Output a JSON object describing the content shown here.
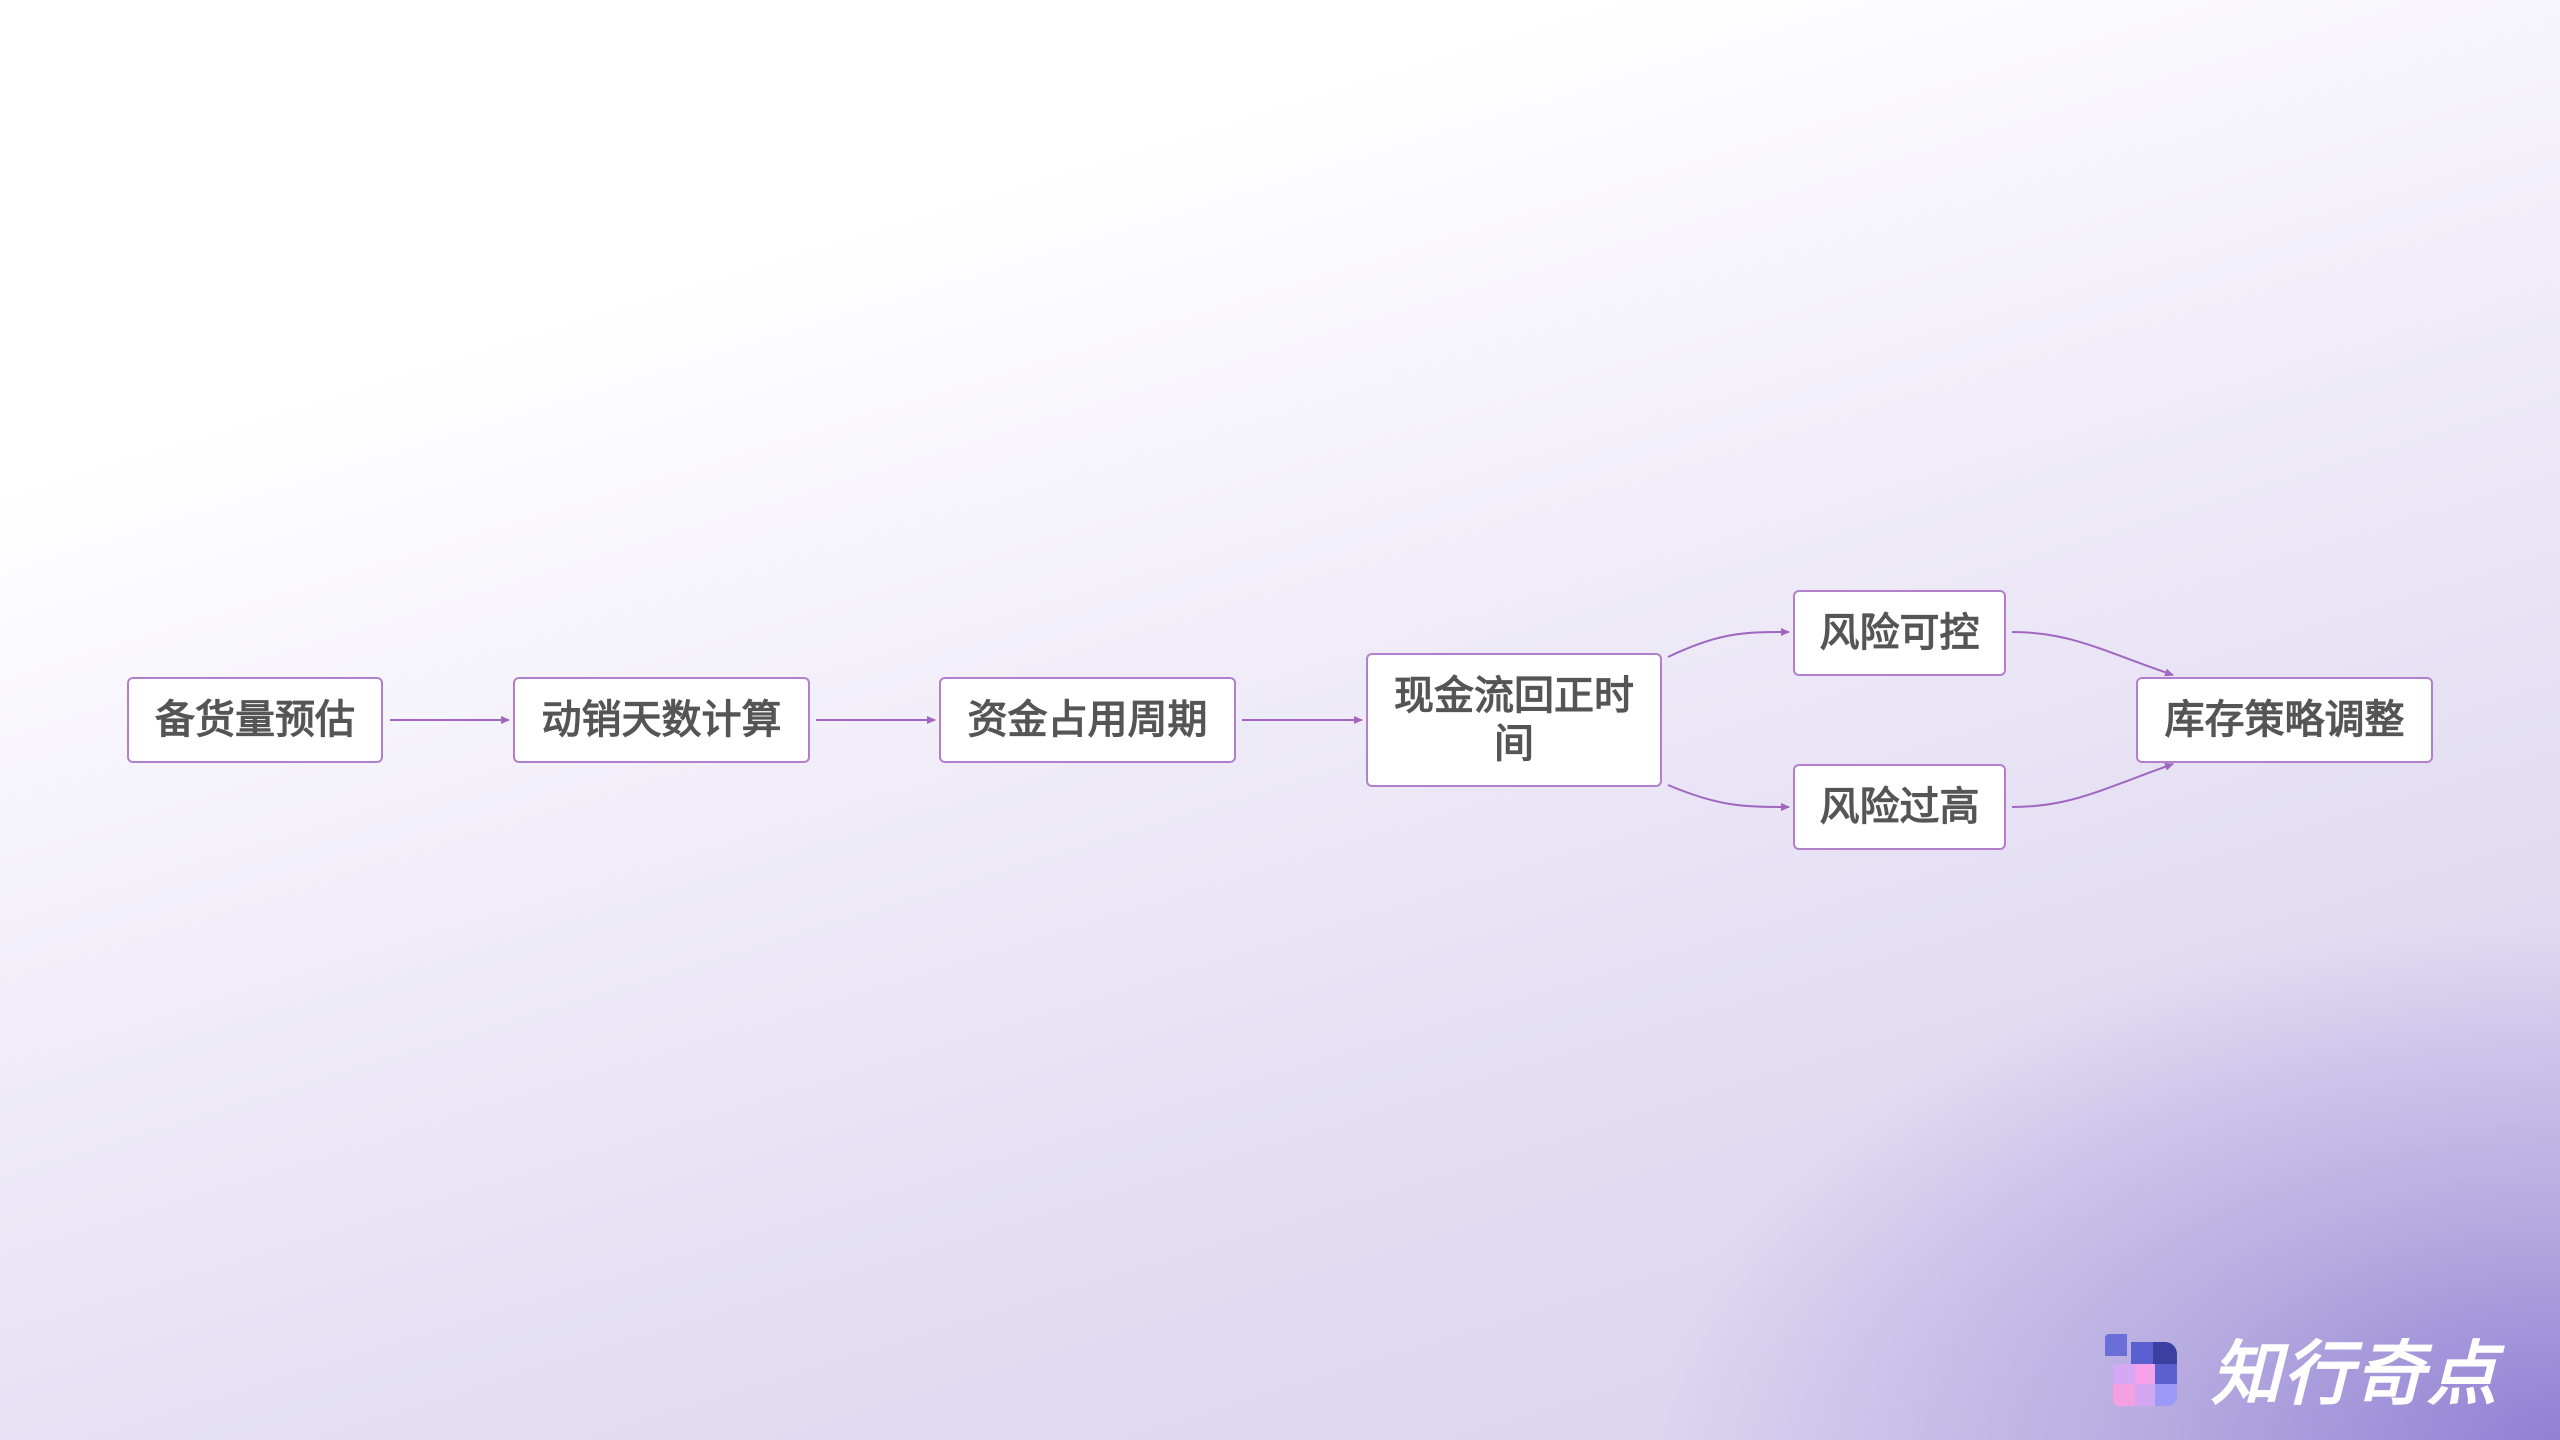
{
  "diagram": {
    "type": "flowchart",
    "nodes": [
      {
        "id": "n1",
        "label": "备货量预估"
      },
      {
        "id": "n2",
        "label": "动销天数计算"
      },
      {
        "id": "n3",
        "label": "资金占用周期"
      },
      {
        "id": "n4",
        "label": "现金流回正时间"
      },
      {
        "id": "n5",
        "label": "风险可控"
      },
      {
        "id": "n6",
        "label": "风险过高"
      },
      {
        "id": "n7",
        "label": "库存策略调整"
      }
    ],
    "edges": [
      {
        "from": "n1",
        "to": "n2"
      },
      {
        "from": "n2",
        "to": "n3"
      },
      {
        "from": "n3",
        "to": "n4"
      },
      {
        "from": "n4",
        "to": "n5"
      },
      {
        "from": "n4",
        "to": "n6"
      },
      {
        "from": "n5",
        "to": "n7"
      },
      {
        "from": "n6",
        "to": "n7"
      }
    ]
  },
  "colors": {
    "node_border": "#b27fcc",
    "edge": "#a066c0",
    "node_text": "#555555",
    "node_fill": "#ffffff"
  },
  "branding": {
    "logo_text": "知行奇点",
    "logo_icon": "pixel-grid-logo-icon"
  }
}
